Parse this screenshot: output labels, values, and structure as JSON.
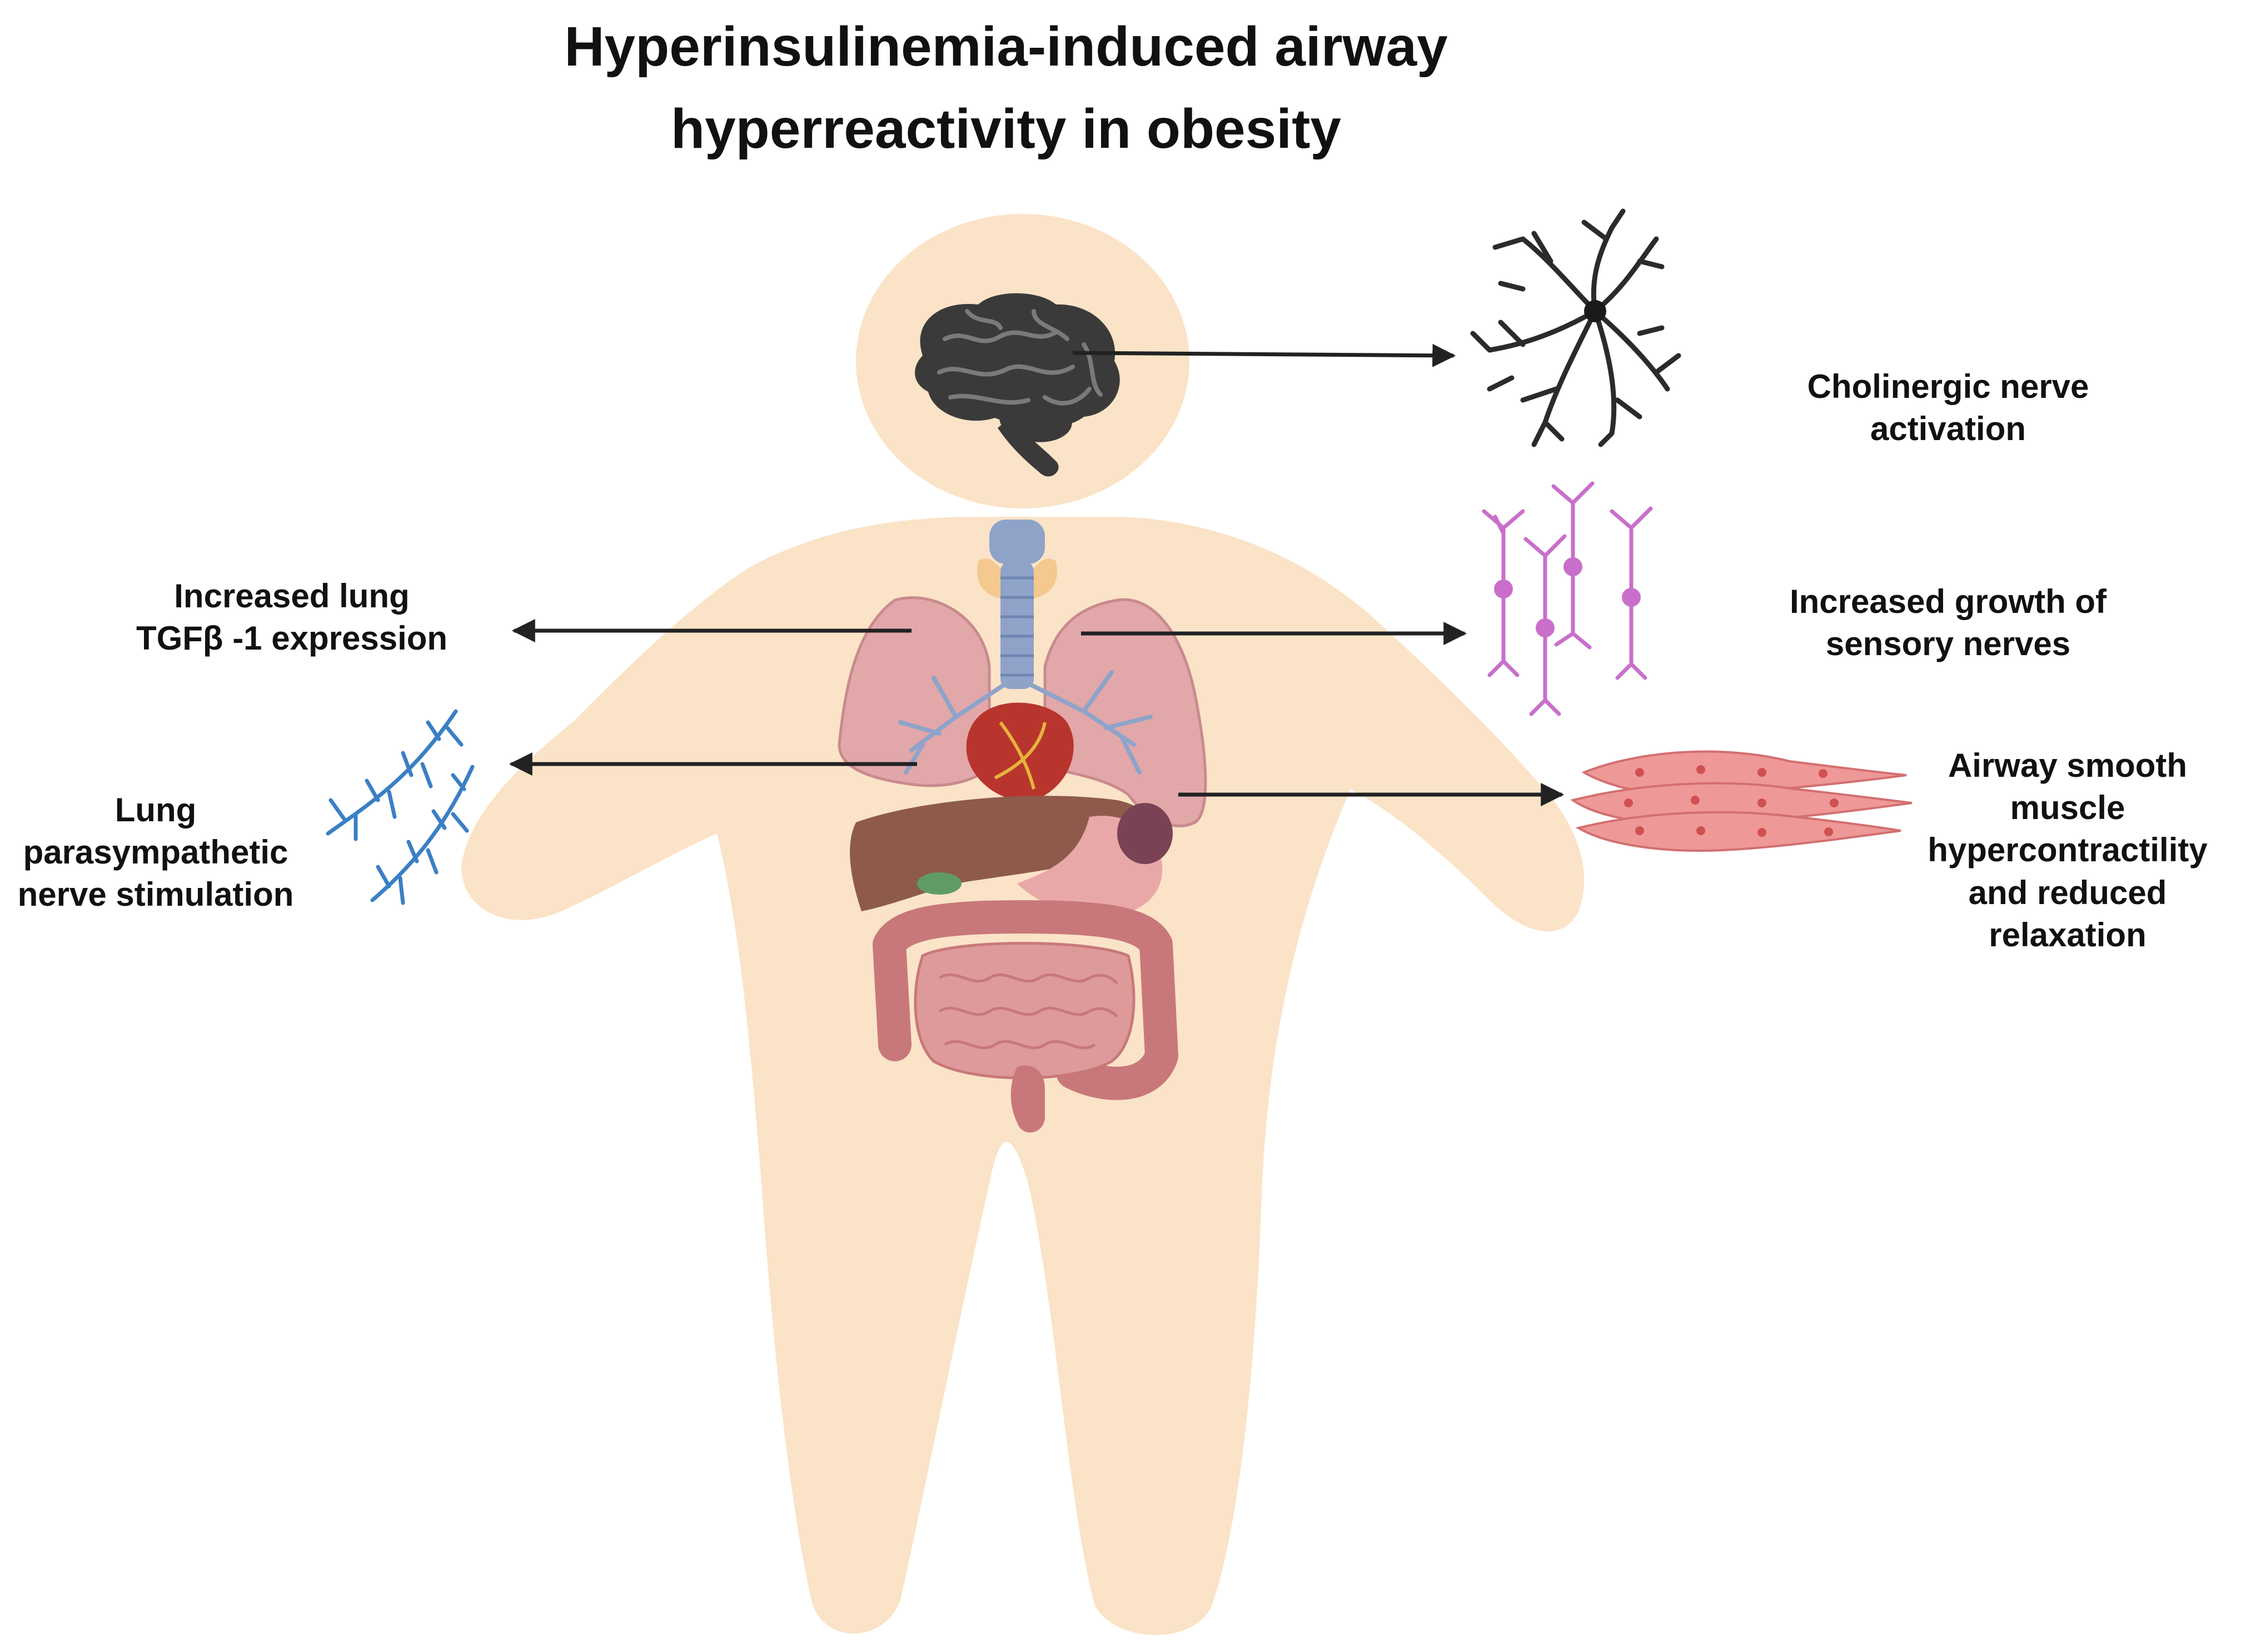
{
  "figure": {
    "title": [
      "Hyperinsulinemia-induced airway",
      "hyperreactivity in obesity"
    ],
    "colors": {
      "skin": "#fbe3c7",
      "brain": "#3a3a3a",
      "arrow": "#222222",
      "cholinergic_neuron": "#2b2b2b",
      "sensory_nerve": "#c96fcb",
      "parasympathetic_nerve": "#3b7fc4",
      "smooth_muscle": "#ee9898",
      "lung": "#e2a7a9",
      "trachea": "#8fa3c9",
      "liver": "#8e5a4c",
      "intestine": "#de9a9b"
    },
    "icons": [
      "brain-icon",
      "cholinergic-neuron-icon",
      "sensory-nerves-icon",
      "parasympathetic-nerve-icon",
      "smooth-muscle-cells-icon",
      "body-silhouette",
      "organs-icon"
    ],
    "labels": {
      "cholinergic": [
        "Cholinergic nerve",
        "activation"
      ],
      "sensory": [
        "Increased growth of",
        "sensory nerves"
      ],
      "smooth_muscle": [
        "Airway smooth",
        "muscle",
        "hypercontractility",
        "and reduced",
        "relaxation"
      ],
      "tgf": [
        "Increased lung",
        "TGFβ -1 expression"
      ],
      "parasympathetic": [
        "Lung",
        "parasympathetic",
        "nerve stimulation"
      ]
    }
  }
}
